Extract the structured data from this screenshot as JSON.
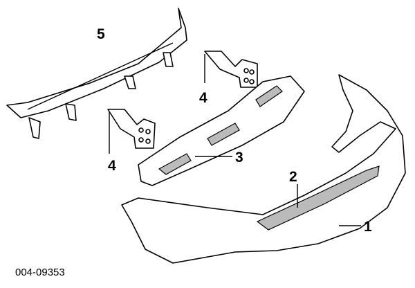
{
  "diagram": {
    "callouts": {
      "reinforcement": "5",
      "bracket_upper": "4",
      "bracket_lower": "4",
      "absorber": "3",
      "step_pad": "2",
      "bumper_cover": "1"
    },
    "drawing_number": "004-09353"
  }
}
